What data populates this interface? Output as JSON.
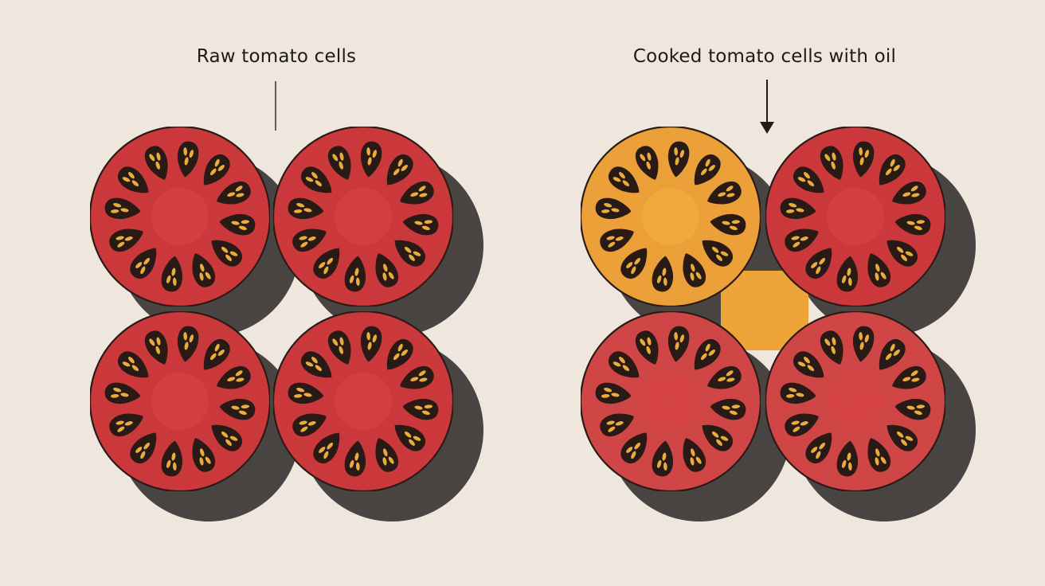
{
  "labels": {
    "raw": "Raw tomato cells",
    "cooked": "Cooked tomato cells with oil"
  },
  "colors": {
    "background": "#efe7de",
    "tomato_red": "#cf3a3d",
    "tomato_red_dark": "#a52a2e",
    "tomato_cooked_red": "#d44747",
    "tomato_orange": "#f0a33a",
    "oil_orange": "#f2a83a",
    "seed_cavity": "#2a1a16",
    "seed": "#e9ad3c",
    "outline": "#2a1a16",
    "shadow": "#3c3836",
    "arrow": "#1e1a17"
  },
  "icons": {
    "tomato": "tomato-slice-icon",
    "arrow": "arrow-down-icon"
  },
  "groups": [
    {
      "id": "raw",
      "tomatoes": [
        {
          "id": "raw-top-left",
          "variant": "raw"
        },
        {
          "id": "raw-top-right",
          "variant": "raw"
        },
        {
          "id": "raw-bottom-left",
          "variant": "raw"
        },
        {
          "id": "raw-bottom-right",
          "variant": "raw"
        }
      ]
    },
    {
      "id": "cooked",
      "tomatoes": [
        {
          "id": "cooked-top-left",
          "variant": "cooked-orange"
        },
        {
          "id": "cooked-top-right",
          "variant": "raw"
        },
        {
          "id": "cooked-bottom-left",
          "variant": "cooked-red"
        },
        {
          "id": "cooked-bottom-right",
          "variant": "cooked-red"
        }
      ]
    }
  ]
}
